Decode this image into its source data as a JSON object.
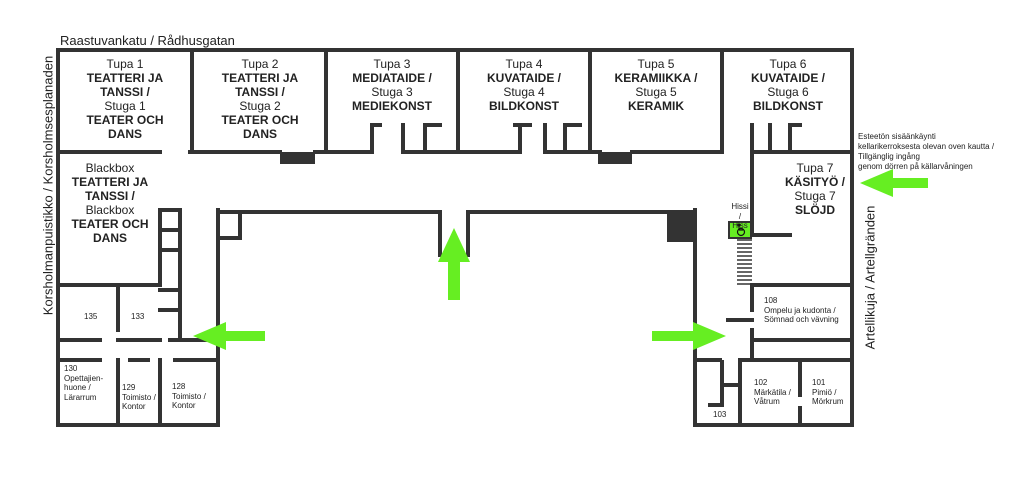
{
  "streets": {
    "top": "Raastuvankatu / Rådhusgatan",
    "left": "Korsholmanpuistikko / Korsholmsesplanaden",
    "right": "Artellikuja / Artellgränden"
  },
  "rooms": {
    "tupa1": {
      "l1": "Tupa 1",
      "b1": "TEATTERI JA",
      "b2": "TANSSI /",
      "l2": "Stuga 1",
      "b3": "TEATER OCH",
      "b4": "DANS"
    },
    "tupa2": {
      "l1": "Tupa 2",
      "b1": "TEATTERI JA",
      "b2": "TANSSI /",
      "l2": "Stuga 2",
      "b3": "TEATER OCH",
      "b4": "DANS"
    },
    "tupa3": {
      "l1": "Tupa 3",
      "b1": "MEDIATAIDE /",
      "l2": "Stuga 3",
      "b2": "MEDIEKONST"
    },
    "tupa4": {
      "l1": "Tupa 4",
      "b1": "KUVATAIDE /",
      "l2": "Stuga 4",
      "b2": "BILDKONST"
    },
    "tupa5": {
      "l1": "Tupa 5",
      "b1": "KERAMIIKKA /",
      "l2": "Stuga 5",
      "b2": "KERAMIK"
    },
    "tupa6": {
      "l1": "Tupa 6",
      "b1": "KUVATAIDE /",
      "l2": "Stuga 6",
      "b2": "BILDKONST"
    },
    "tupa7": {
      "l1": "Tupa 7",
      "b1": "KÄSITYÖ /",
      "l2": "Stuga 7",
      "b2": "SLÖJD"
    },
    "blackbox": {
      "l1": "Blackbox",
      "b1": "TEATTERI JA",
      "b2": "TANSSI /",
      "l2": "Blackbox",
      "b3": "TEATER OCH",
      "b4": "DANS"
    },
    "r135": "135",
    "r133": "133",
    "r130": [
      "130",
      "Opettajien-",
      "huone /",
      "Lärarrum"
    ],
    "r129": [
      "129",
      "Toimisto /",
      "Kontor"
    ],
    "r128": [
      "128",
      "Toimisto /",
      "Kontor"
    ],
    "r108": [
      "108",
      "Ompelu ja kudonta /",
      "Sömnad och vävning"
    ],
    "r102": [
      "102",
      "Märkätila /",
      "Våtrum"
    ],
    "r101": [
      "101",
      "Pimiö /",
      "Mörkrum"
    ],
    "r103": "103",
    "elevator": [
      "Hissi /",
      "Hiss"
    ]
  },
  "accessible_note": [
    "Esteetön sisäänkäynti",
    "kellarikerroksesta olevan oven kautta /",
    "Tillgänglig ingång",
    "genom dörren på källarvåningen"
  ],
  "icons": {
    "entrance_arrows": "arrow-icon",
    "wheelchair": "wheelchair-icon"
  },
  "colors": {
    "wall": "#333333",
    "arrow": "#66ee22",
    "elevator": "#66ee22",
    "text": "#222222"
  }
}
